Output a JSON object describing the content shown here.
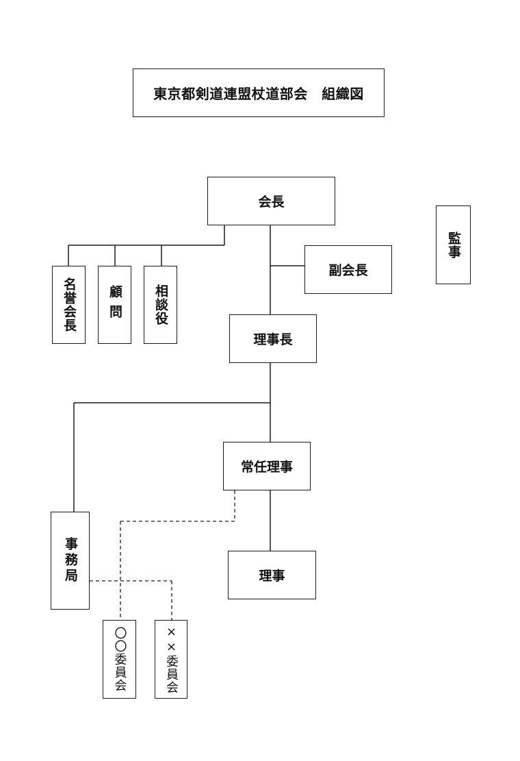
{
  "title": "東京都剣道連盟杖道部会　組織図",
  "roles": {
    "president": "会長",
    "vice_president": "副会長",
    "auditor": "監事",
    "honorary_president": "名誉会長",
    "advisor": "顧問",
    "counselor": "相談役",
    "chairman": "理事長",
    "standing_director": "常任理事",
    "director": "理事",
    "secretariat": "事務局",
    "committee_a": "〇〇委員会",
    "committee_b": "××委員会"
  }
}
